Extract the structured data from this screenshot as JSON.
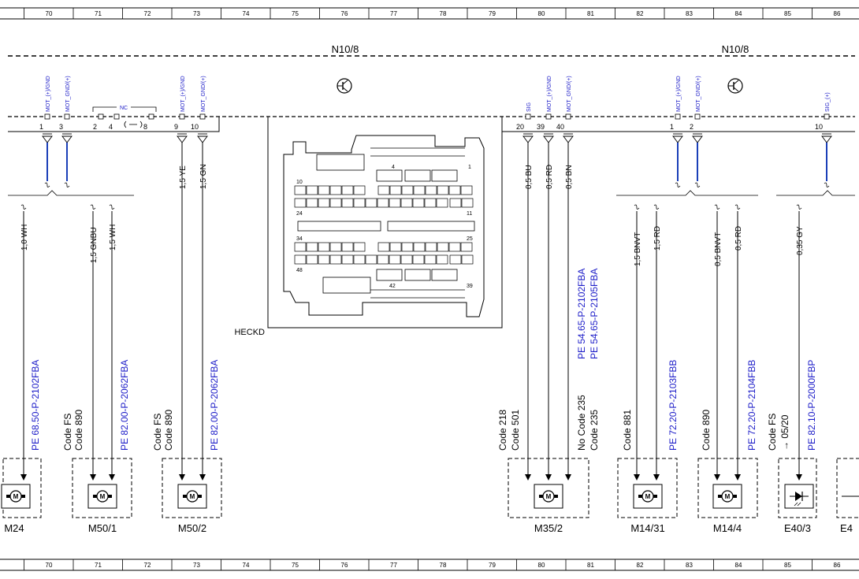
{
  "grid": {
    "columns": [
      "70",
      "71",
      "72",
      "73",
      "74",
      "75",
      "76",
      "77",
      "78",
      "79",
      "80",
      "81",
      "82",
      "83",
      "84",
      "85",
      "86"
    ]
  },
  "control_unit": {
    "left_label": "N10/8",
    "right_label": "N10/8",
    "connector_label": "HECKD",
    "connector_pins": [
      "4",
      "1",
      "10",
      "24",
      "11",
      "34",
      "25",
      "48",
      "42",
      "39"
    ],
    "nc_label": "NC"
  },
  "pins": [
    {
      "id": "p1a",
      "number": "1",
      "signal": "MOT_(+)/GND"
    },
    {
      "id": "p3a",
      "number": "3",
      "signal": "MOT_GND/(+)"
    },
    {
      "id": "p2",
      "number": "2",
      "signal": ""
    },
    {
      "id": "p4",
      "number": "4",
      "signal": ""
    },
    {
      "id": "p8",
      "number": "8",
      "signal": ""
    },
    {
      "id": "p9",
      "number": "9",
      "signal": "MOT_(+)/GND"
    },
    {
      "id": "p10a",
      "number": "10",
      "signal": "MOT_GND/(+)"
    },
    {
      "id": "p20",
      "number": "20",
      "signal": "SIG"
    },
    {
      "id": "p39",
      "number": "39",
      "signal": "MOT_(+)/GND"
    },
    {
      "id": "p40",
      "number": "40",
      "signal": "MOT_GND/(+)"
    },
    {
      "id": "p1b",
      "number": "1",
      "signal": "MOT_(+)/GND"
    },
    {
      "id": "p2b",
      "number": "2",
      "signal": "MOT_GND/(+)"
    },
    {
      "id": "p10b",
      "number": "10",
      "signal": "SIG_(+)"
    }
  ],
  "wires_top": [
    {
      "id": "w9",
      "spec": "1,5 YE"
    },
    {
      "id": "w10",
      "spec": "1,5 GN"
    },
    {
      "id": "w20",
      "spec": "0,5 BU"
    },
    {
      "id": "w39",
      "spec": "0,5 RD"
    },
    {
      "id": "w40",
      "spec": "0,5 BN"
    }
  ],
  "wires_lower": [
    {
      "id": "wa",
      "spec": "1,0 WH"
    },
    {
      "id": "wb",
      "spec": "1,5 GNBU"
    },
    {
      "id": "wc",
      "spec": "1,5 WH"
    },
    {
      "id": "wd",
      "spec": "1,5 BNVT"
    },
    {
      "id": "we",
      "spec": "1,5 RD"
    },
    {
      "id": "wf",
      "spec": "0,5 BNVT"
    },
    {
      "id": "wg",
      "spec": "0,5 RD"
    },
    {
      "id": "wh",
      "spec": "0,35 GY"
    }
  ],
  "references": [
    {
      "id": "r1",
      "text": "PE 68.50-P-2102FBA"
    },
    {
      "id": "r2",
      "text": "PE 82.00-P-2062FBA"
    },
    {
      "id": "r3",
      "text": "PE 82.00-P-2062FBA"
    },
    {
      "id": "r4a",
      "text": "PE 54.65-P-2102FBA"
    },
    {
      "id": "r4b",
      "text": "PE 54.65-P-2105FBA"
    },
    {
      "id": "r5",
      "text": "PE 72.20-P-2103FBB"
    },
    {
      "id": "r6",
      "text": "PE 72.20-P-2104FBB"
    },
    {
      "id": "r7",
      "text": "PE 82.10-P-2000FBP"
    }
  ],
  "codes": [
    {
      "id": "c1a",
      "text": "Code FS"
    },
    {
      "id": "c1b",
      "text": "Code 890"
    },
    {
      "id": "c2a",
      "text": "Code FS"
    },
    {
      "id": "c2b",
      "text": "Code 890"
    },
    {
      "id": "c3a",
      "text": "Code 218"
    },
    {
      "id": "c3b",
      "text": "Code 501"
    },
    {
      "id": "c4a",
      "text": "No Code 235"
    },
    {
      "id": "c4b",
      "text": "Code 235"
    },
    {
      "id": "c5",
      "text": "Code 881"
    },
    {
      "id": "c6",
      "text": "Code 890"
    },
    {
      "id": "c7a",
      "text": "Code FS"
    },
    {
      "id": "c7b",
      "text": "→ 05/20"
    }
  ],
  "components": [
    {
      "id": "m24",
      "label": "M24"
    },
    {
      "id": "m501",
      "label": "M50/1"
    },
    {
      "id": "m502",
      "label": "M50/2"
    },
    {
      "id": "m352",
      "label": "M35/2"
    },
    {
      "id": "m1431",
      "label": "M14/31"
    },
    {
      "id": "m144",
      "label": "M14/4"
    },
    {
      "id": "e403",
      "label": "E40/3"
    },
    {
      "id": "e4x",
      "label": "E4"
    }
  ]
}
